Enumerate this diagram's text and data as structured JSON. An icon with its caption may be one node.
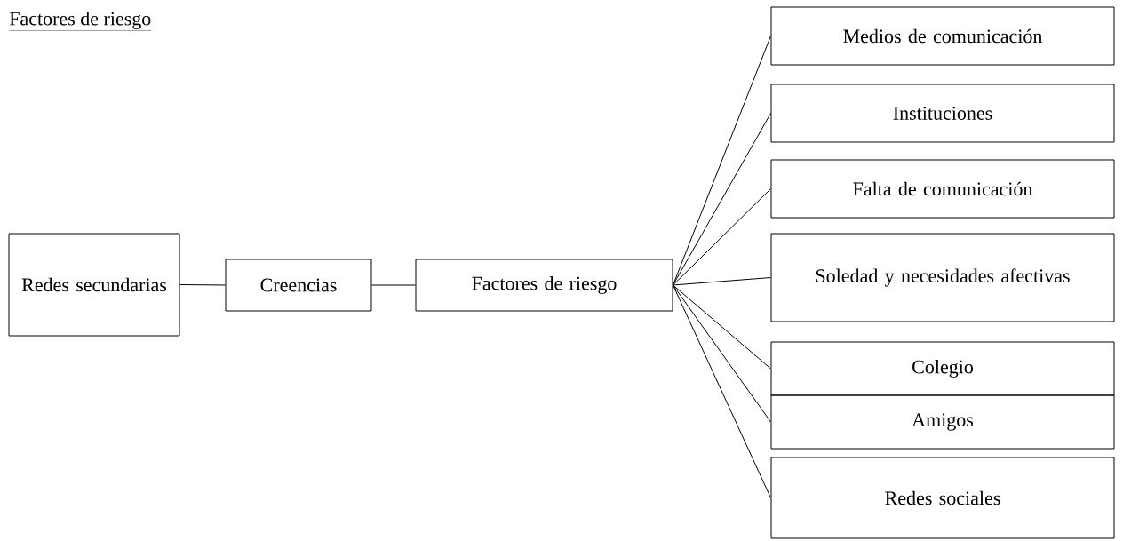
{
  "diagram": {
    "title": "Factores de riesgo",
    "nodes": [
      {
        "text": [
          "Redes secundarias"
        ]
      },
      {
        "text": [
          "Creencias"
        ]
      },
      {
        "text": [
          "Factores de riesgo"
        ]
      },
      {
        "text": [
          "Medios de comunicación"
        ]
      },
      {
        "text": [
          "Instituciones"
        ]
      },
      {
        "text": [
          "Falta de comunicación"
        ]
      },
      {
        "text": [
          "Soledad y necesidades afectivas"
        ]
      },
      {
        "text": [
          "Colegio"
        ]
      },
      {
        "text": [
          "Amigos"
        ]
      },
      {
        "text": [
          "Redes sociales"
        ]
      }
    ],
    "edges": [
      {
        "from": 0,
        "to": 1,
        "arrow": "none"
      },
      {
        "from": 1,
        "to": 2,
        "arrow": "none"
      },
      {
        "from": 2,
        "to": 3,
        "arrow": "none"
      },
      {
        "from": 2,
        "to": 4,
        "arrow": "none"
      },
      {
        "from": 2,
        "to": 5,
        "arrow": "none"
      },
      {
        "from": 2,
        "to": 6,
        "arrow": "none"
      },
      {
        "from": 2,
        "to": 7,
        "arrow": "none"
      },
      {
        "from": 2,
        "to": 8,
        "arrow": "none"
      },
      {
        "from": 2,
        "to": 9,
        "arrow": "none"
      }
    ]
  }
}
